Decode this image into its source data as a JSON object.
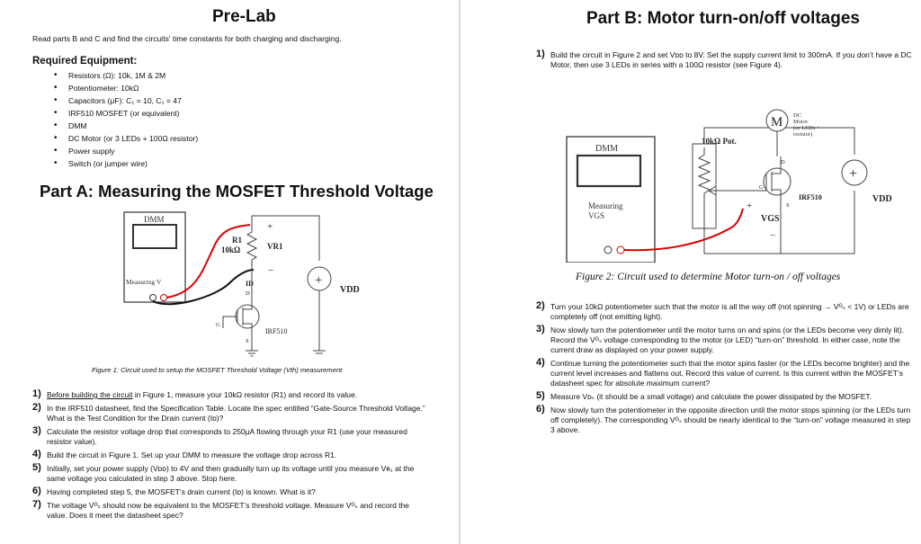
{
  "left": {
    "title": "Pre-Lab",
    "intro": "Read parts B and C and find the circuits' time constants for both charging and discharging.",
    "equipment_heading": "Required Equipment:",
    "equipment": [
      "Resistors (Ω):  10k, 1M & 2M",
      "Potentiometer:  10kΩ",
      "Capacitors (µF): C₁ = 10, C₁ = 47",
      "IRF510 MOSFET (or equivalent)",
      "DMM",
      "DC Motor (or 3 LEDs + 100Ω resistor)",
      "Power supply",
      "Switch (or jumper wire)"
    ],
    "partA_title": "Part A:  Measuring the MOSFET Threshold Voltage",
    "figure1": {
      "dmm_label": "DMM",
      "meter_label": "Measuring V",
      "meter_sub": "R1",
      "r1_label": "R1",
      "r1_value": "10kΩ",
      "vr1_label": "VR1",
      "id_label": "ID",
      "d_label": "D",
      "g_label": "G",
      "s_label": "S",
      "mosfet_label": "IRF510",
      "vdd_label": "VDD",
      "plus_label": "+",
      "minus_label": "−"
    },
    "figure1_caption": "Figure 1:  Circuit used to setup the MOSFET Threshold Voltage (Vth) measurement",
    "steps": [
      {
        "num": "1)",
        "text_underlined": "Before building the circuit",
        "text": " in Figure 1, measure your 10kΩ resistor (R1) and record its value."
      },
      {
        "num": "2)",
        "text_underlined": "",
        "text": "In the IRF510 datasheet, find the Specification Table.  Locate the spec entitled “Gate-Source Threshold Voltage.”  What is the Test Condition for the Drain current (Iᴅ)?"
      },
      {
        "num": "3)",
        "text_underlined": "",
        "text": "Calculate the resistor voltage drop that corresponds to 250µA flowing through your R1 (use your measured resistor value)."
      },
      {
        "num": "4)",
        "text_underlined": "",
        "text": "Build the circuit in Figure 1.  Set up your DMM to measure the voltage drop across R1."
      },
      {
        "num": "5)",
        "text_underlined": "",
        "text": "Initially, set your power supply (Vᴅᴅ) to 4V and then gradually turn up its voltage until you measure Vʀ₁ at the same voltage you calculated in step 3 above.  Stop here."
      },
      {
        "num": "6)",
        "text_underlined": "",
        "text": "Having completed step 5, the MOSFET’s drain current (Iᴅ) is known.  What is it?"
      },
      {
        "num": "7)",
        "text_underlined": "",
        "text": "The voltage Vᴳₛ should now be equivalent to the MOSFET’s threshold voltage.  Measure Vᴳₛ and record the value.  Does it meet the datasheet spec?"
      }
    ]
  },
  "right": {
    "title": "Part B:  Motor turn-on/off voltages",
    "step1": {
      "num": "1)",
      "text": "Build the circuit in Figure 2 and set Vᴅᴅ to 8V.  Set the supply current limit to 300mA.  If you don’t have a DC Motor, then use 3 LEDs in series with a 100Ω resistor (see Figure 4)."
    },
    "figure2": {
      "dmm_label": "DMM",
      "meter_label1": "Measuring",
      "meter_label2": "VGS",
      "pot_label": "10kΩ Pot.",
      "motor_symbol": "M",
      "motor_label1": "DC",
      "motor_label2": "Motor",
      "motor_label3": "(or LEDs +",
      "motor_label4": "resistor)",
      "d_label": "D",
      "g_label": "G",
      "s_label": "S",
      "mosfet_label": "IRF510",
      "vgs_label": "VGS",
      "vdd_label": "VDD",
      "plus_label": "+",
      "minus_label": "−"
    },
    "figure2_caption": "Figure 2:  Circuit used to determine Motor turn-on / off voltages",
    "steps": [
      {
        "num": "2)",
        "text": "Turn your 10kΩ potentiometer such that the motor is all the way off (not spinning → Vᴳₛ < 1V) or LEDs are completely off (not emitting light)."
      },
      {
        "num": "3)",
        "text": "Now slowly turn the potentiometer until the motor turns on and spins (or the LEDs become very dimly lit). Record the Vᴳₛ voltage corresponding to the motor (or LED) “turn-on” threshold. In either case, note the current draw as displayed on your power supply."
      },
      {
        "num": "4)",
        "text": "Continue turning the potentiometer such that the motor spins faster (or the LEDs become brighter) and the current level increases and flattens out.  Record this value of current.  Is this current within the MOSFET’s datasheet spec for absolute maximum current?"
      },
      {
        "num": "5)",
        "text": "Measure Vᴅₛ (it should be a small voltage) and calculate the power dissipated by the MOSFET."
      },
      {
        "num": "6)",
        "text": "Now slowly turn the potentiometer in the opposite direction until the motor stops spinning (or the LEDs turn off completely).  The corresponding Vᴳₛ should be nearly identical to the “turn-on” voltage measured in step 3 above."
      }
    ]
  }
}
